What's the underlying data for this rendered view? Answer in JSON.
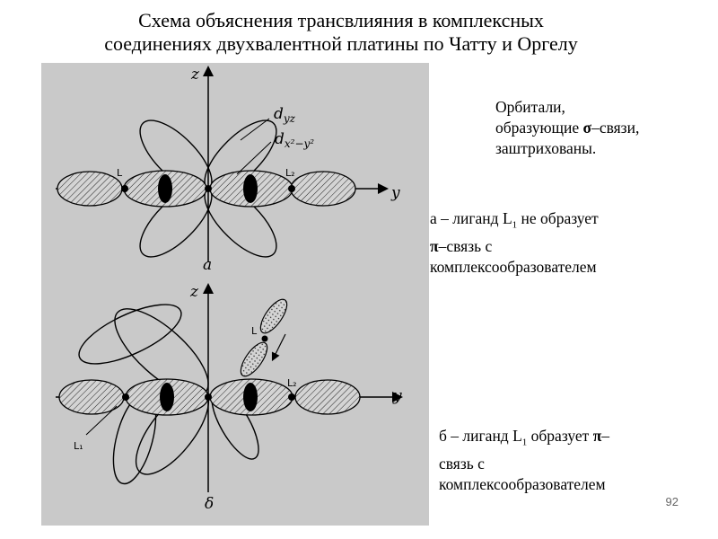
{
  "title": {
    "line1": "Схема объяснения трансвлияния в комплексных",
    "line2": "соединениях двухвалентной платины по Чатту и Оргелу"
  },
  "notes": {
    "orbitals": {
      "line1": "Орбитали,",
      "line2_pre": "образующие ",
      "line2_sym": "σ",
      "line2_post": "–связи,",
      "line3": "заштрихованы."
    },
    "a": {
      "line1_pre": "а – лиганд L",
      "line1_sub": "1",
      "line1_post": " не образует",
      "line2_sym": "π",
      "line2_post": "–связь с",
      "line3": "комплексообразователем"
    },
    "b": {
      "line1_pre": "б – лиганд L",
      "line1_sub": "1",
      "line1_post": " образует ",
      "line1_sym": "π",
      "line1_end": "–",
      "line2": "связь с",
      "line3": "комплексообразователем"
    }
  },
  "figure": {
    "panel_a": {
      "axis_z": "z",
      "axis_y": "y",
      "orbital_label_1": "d",
      "orbital_label_1_sub": "yz",
      "orbital_label_2": "d",
      "orbital_label_2_sub": "x²−y²",
      "ligand_left": "L",
      "ligand_right": "L₂",
      "caption": "а"
    },
    "panel_b": {
      "axis_z": "z",
      "axis_y": "y",
      "ligand_top": "L",
      "ligand_left": "L₁",
      "ligand_right": "L₂",
      "caption": "δ"
    },
    "panel_color": "#c9c9c9"
  },
  "page_number": "92"
}
